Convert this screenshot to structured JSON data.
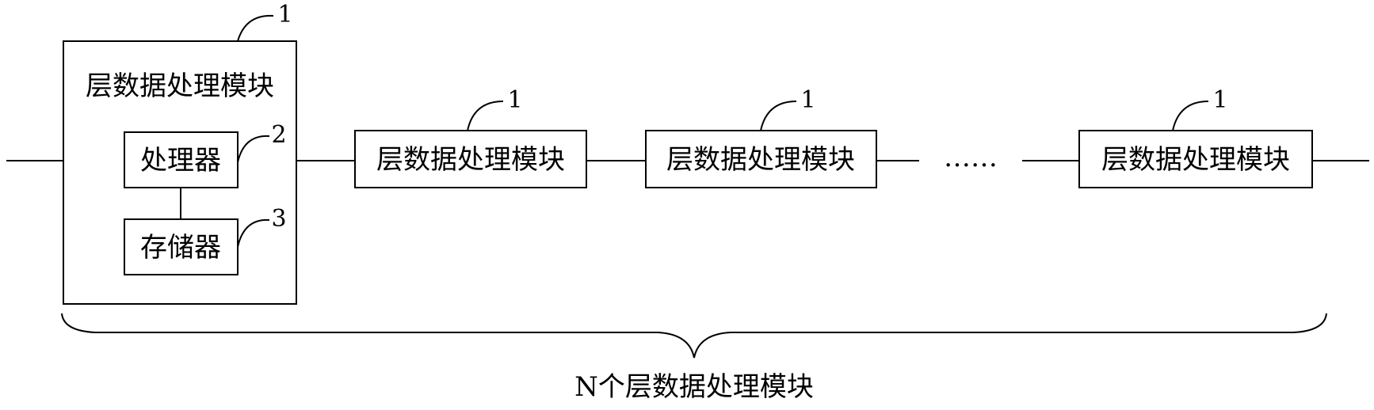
{
  "diagram": {
    "outer_module": {
      "title": "层数据处理模块",
      "ref": "1",
      "processor": {
        "label": "处理器",
        "ref": "2"
      },
      "memory": {
        "label": "存储器",
        "ref": "3"
      }
    },
    "modules": [
      {
        "label": "层数据处理模块",
        "ref": "1"
      },
      {
        "label": "层数据处理模块",
        "ref": "1"
      },
      {
        "label": "层数据处理模块",
        "ref": "1"
      }
    ],
    "ellipsis": "……",
    "brace_label": "N个层数据处理模块"
  }
}
